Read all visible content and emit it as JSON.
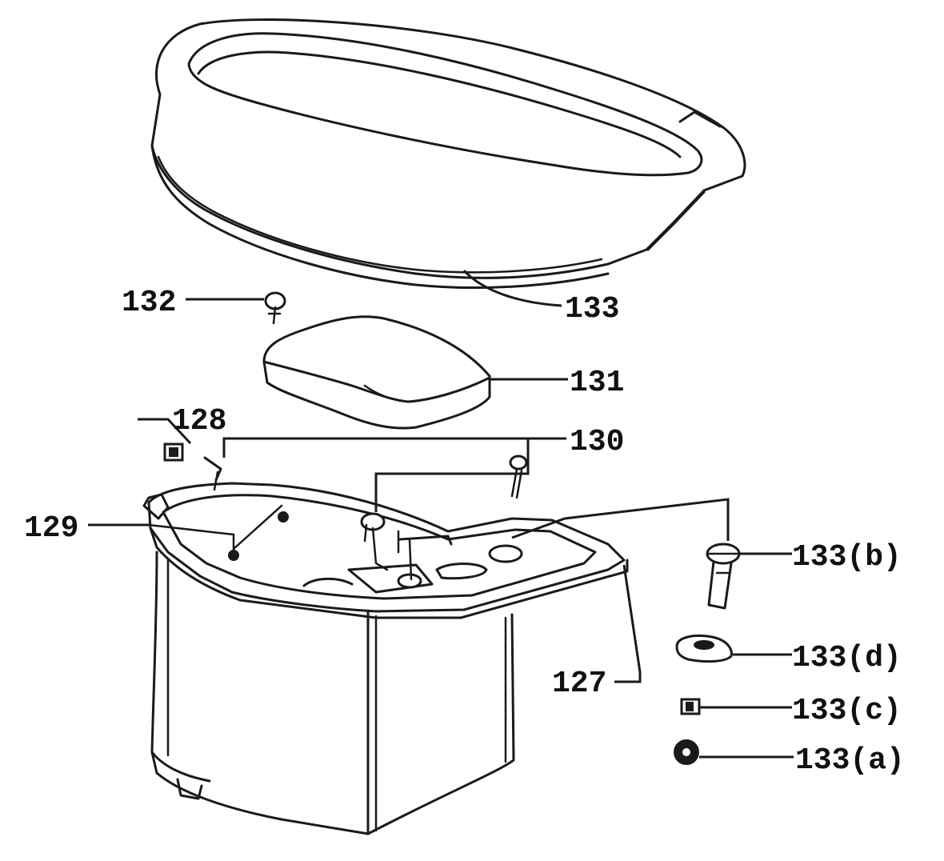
{
  "figure": {
    "labels": {
      "lid": "133",
      "hinge_pin": "132",
      "cushion": "131",
      "fasteners": "130",
      "clip": "128",
      "screws_left": "129",
      "base_plate": "127",
      "bolt": "133(b)",
      "washer": "133(d)",
      "nut": "133(c)",
      "cap_nut": "133(a)"
    }
  }
}
